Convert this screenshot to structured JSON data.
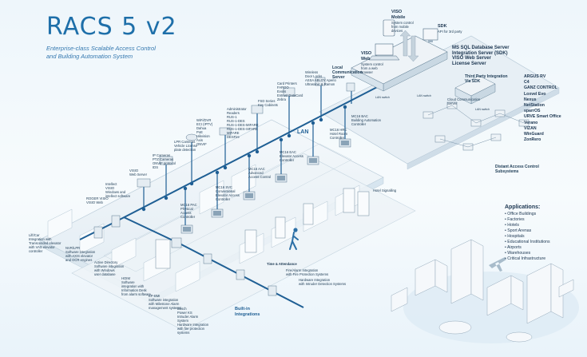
{
  "header": {
    "title": "RACS 5 v2",
    "subtitle_line1": "Enterprise-class Scalable Access Control",
    "subtitle_line2": "and Building Automation System"
  },
  "top_modules": {
    "viso_mobile": "VISO\nMobile",
    "viso_mobile_desc": "System control\nfrom mobile\ndevices",
    "sdk": "SDK",
    "sdk_desc": "API for 3rd party",
    "viso_web": "VISO\nWeb",
    "viso_web_desc": "System control\nfrom a web\nbrowser",
    "servers": "MS SQL Database Server\nIntegration Server (SDK)\nVISO Web Server\nLicense Server",
    "local_comm": "Local\nCommunication\nServer",
    "third_party": "Third Party Integration\nVia SDK",
    "cloud_comm": "Cloud Communication\nServer",
    "distant": "Distant Access Control\nSubsystems"
  },
  "vendors": [
    "ARGUS RV",
    "C4",
    "GANZ CONTROL",
    "Loxvel Evo",
    "Nexus",
    "NetStation",
    "sparrOS",
    "URVE Smart Office",
    "Verano",
    "VIZAN",
    "WinGuard",
    "ZonRero"
  ],
  "applications": {
    "title": "Applications:",
    "items": [
      "• Office Buildings",
      "• Factories",
      "• Hotels",
      "• Sport Arenas",
      "• Hospitals",
      "• Educational Institutions",
      "• Airports",
      "• Warehouses",
      "• Critical Infrastructure"
    ]
  },
  "devices": {
    "wireless": "Wireless\nDoor Locks\nASSA ABLOY Aperio\nUltrasonic & Ramon",
    "card_printers": "Card Printers\nFARGO\nEvolis\nEntrust DataCard\nZebra",
    "fsd": "FSD Series\nKey Cabinets",
    "admin_readers": "Administrator\nReaders\nRUS-1\nRUS-1-DES\nRUS-1-DES-MIFARE\nRUS-1-DES-SIFARE\nMIFARE\nDESFire",
    "wifi": "WiFi/DVR\nECI (IPTV)\nDahua\nPoE\nHikvision\nAxis\nONVIF",
    "lpr": "LPR Cameras\nVehicle License\nplate detection",
    "ip_cameras": "IP Cameras\nPTZ Cameras\nONVIF protocol\nIDS",
    "visio": "VISIO\nWeb Server",
    "intellect": "Intellect\nVISIO\nWindows and\nintellect software",
    "roger_visio": "ROGER VISIO\nVISIO Web",
    "lan": "LAN",
    "lan_mc16_hrc": "MC16 HRC\nHotel Room\nController",
    "mc16_bac": "MC16 BAC\nBuilding Automation\nController",
    "mc16_eac": "MC16 EAC\nElevator Access\nController",
    "mc16_aac": "MC16 AAC\nAdvanced\nAccess Control",
    "mc16_svc": "MC16 SVC\nConventional\nElevator Access\nController",
    "mc16_pac": "MC16 PAC\nPhysical\nAccess\nController",
    "hotel_signalling": "Hotel Signalling",
    "time_attendance": "Time & Attendance",
    "fire": "Fire/Alarm Integration\nwith Fire Protection Systems",
    "intruder": "Hardware Integration\nwith Intruder Detection Systems",
    "builtin": "Built-in\nIntegrations",
    "left1": "Lift/Car\nIntegration with\nTranscended elevator\nwith VAS elevator\ncontroller",
    "ocr": "NVR/LPR\nSoftware integration\nwith AXIS elevator\nand OCR engines",
    "active_dir": "Active Directory\nSoftware integration\nwith Windows\nuser database",
    "hoim": "HOIM\nSoftware\nintegration with\nInformation Desk\nfrom alarm software",
    "epbmi": "EP-BMI\nSoftware integration\nwith Milestone Alarm\nmanagement systems",
    "bosch": "Bosch\nPower KS\nIntruder Alarm\nSystem\nHardware Integration\nwith fire protection\nsystems",
    "lan_switch_a": "LAN switch",
    "lan_switch_b": "LAN switch",
    "lan_switch_c": "LAN switch"
  }
}
